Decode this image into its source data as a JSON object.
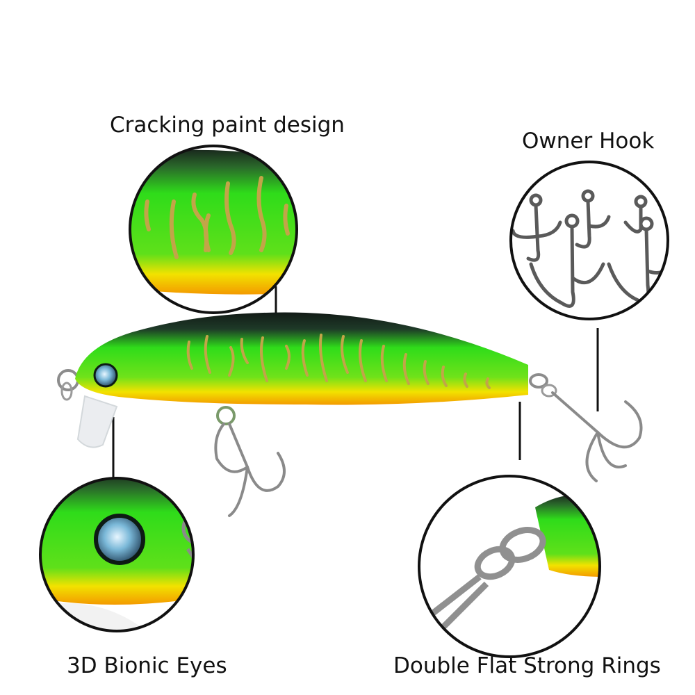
{
  "labels": {
    "cracking": "Cracking paint design",
    "owner_hook": "Owner Hook",
    "eyes": "3D Bionic Eyes",
    "rings": "Double Flat Strong Rings"
  },
  "colors": {
    "body_green": "#2fdc1a",
    "belly_yellow": "#f2e200",
    "belly_orange": "#f39a00",
    "back_dark": "#1c2a24",
    "stripe_gold": "#c2a548",
    "metal": "#8c8c8c",
    "circle_border": "#111111",
    "eye": "#7ab8d8"
  }
}
